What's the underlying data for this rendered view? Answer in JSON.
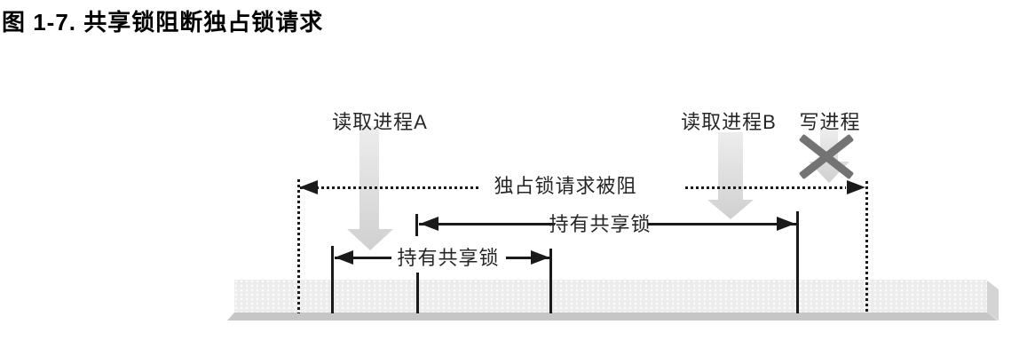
{
  "title": "图 1-7. 共享锁阻断独占锁请求",
  "diagram": {
    "process_labels": {
      "reader_a": "读取进程A",
      "reader_b": "读取进程B",
      "writer": "写进程"
    },
    "annotations": {
      "exclusive_blocked": "独占锁请求被阻",
      "shared_lock_b": "持有共享锁",
      "shared_lock_a": "持有共享锁"
    }
  },
  "colors": {
    "ink": "#1a1a1a",
    "soft_top": "#ededed",
    "soft_bottom": "#d0d0d0",
    "x_gray": "#737373",
    "bar_fill": "#ececec",
    "bar_shadow": "#c6c6c6",
    "bar_side": "#d4d4d4"
  }
}
